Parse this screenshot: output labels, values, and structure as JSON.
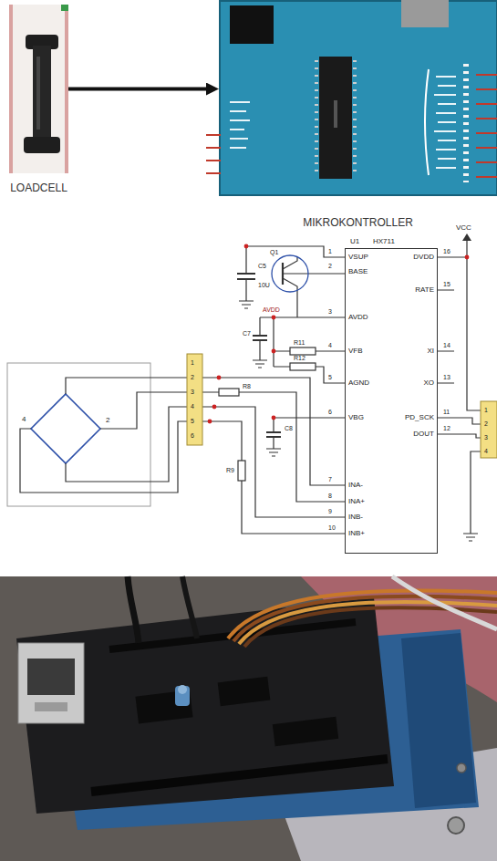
{
  "diagram": {
    "nodes": [
      {
        "text": [
          "LOADCELL"
        ]
      },
      {
        "text": [
          "MIKROKONTROLLER"
        ]
      },
      {
        "text": [
          "HX711"
        ]
      }
    ],
    "edges": [
      {
        "from": 0,
        "to": 1,
        "arrow": "to"
      }
    ],
    "labels": [
      "VCC",
      "U1",
      "VSUP",
      "BASE",
      "AVDD",
      "VFB",
      "AGND",
      "VBG",
      "INA-",
      "INA+",
      "INB-",
      "INB+",
      "DVDD",
      "RATE",
      "XI",
      "XO",
      "PD_SCK",
      "DOUT",
      "1",
      "2",
      "3",
      "4",
      "5",
      "6",
      "7",
      "8",
      "9",
      "10",
      "16",
      "15",
      "14",
      "13",
      "11",
      "12",
      "Q1",
      "C5",
      "10U",
      "AVDD",
      "C7",
      "R11",
      "R12",
      "C8",
      "R8",
      "R9",
      "1",
      "2",
      "3",
      "4",
      "5",
      "6",
      "1",
      "2",
      "3",
      "4",
      "4",
      "2"
    ]
  }
}
